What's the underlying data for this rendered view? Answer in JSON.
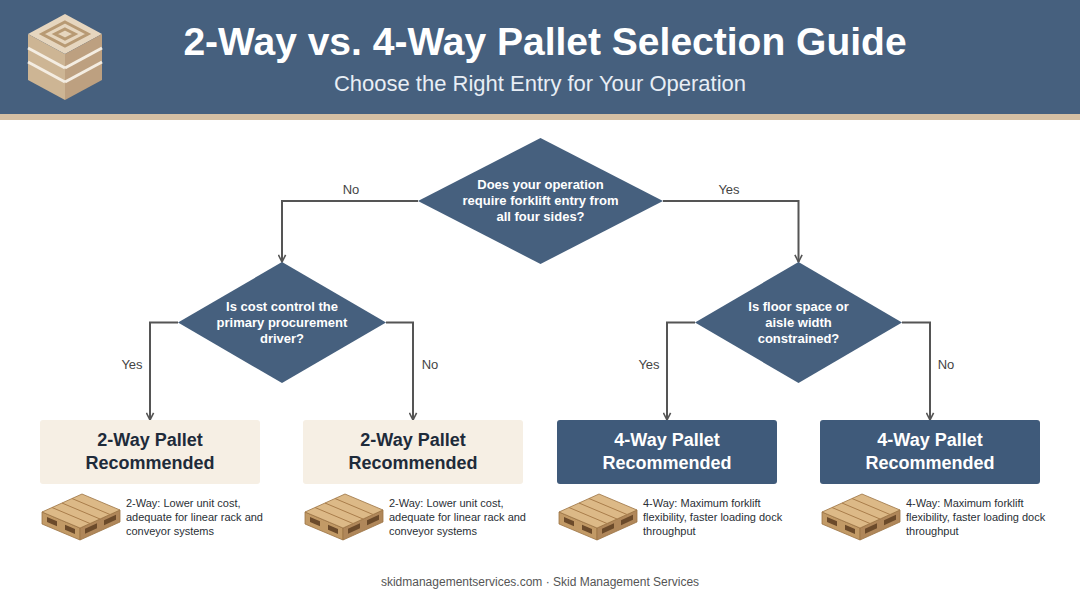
{
  "diagram": {
    "title": "2-Way vs. 4-Way Pallet Selection Guide",
    "nodes": [
      {
        "text": [
          "Does your operation require forklift entry from all four sides?"
        ]
      },
      {
        "text": [
          "Is cost control the primary procurement driver?"
        ]
      },
      {
        "text": [
          "Is floor space or aisle width constrained?"
        ]
      },
      {
        "text": [
          "2-Way Pallet Recommended",
          "2-Way: Lower unit cost, adequate for linear rack and conveyor systems"
        ]
      },
      {
        "text": [
          "2-Way Pallet Recommended",
          "2-Way: Lower unit cost, adequate for linear rack and conveyor systems"
        ]
      },
      {
        "text": [
          "4-Way Pallet Recommended",
          "4-Way: Maximum forklift flexibility, faster loading dock throughput"
        ]
      },
      {
        "text": [
          "4-Way Pallet Recommended",
          "4-Way: Maximum forklift flexibility, faster loading dock throughput"
        ]
      }
    ],
    "edges": [
      {
        "from": 0,
        "to": 1,
        "label": "No",
        "arrow": "to"
      },
      {
        "from": 0,
        "to": 2,
        "label": "Yes",
        "arrow": "to"
      },
      {
        "from": 1,
        "to": 3,
        "label": "Yes",
        "arrow": "to"
      },
      {
        "from": 1,
        "to": 4,
        "label": "No",
        "arrow": "to"
      },
      {
        "from": 2,
        "to": 5,
        "label": "Yes",
        "arrow": "to"
      },
      {
        "from": 2,
        "to": 6,
        "label": "No",
        "arrow": "to"
      }
    ],
    "labels": [
      "Choose the Right Entry for Your Operation",
      "skidmanagementservices.com · Skid Management Services"
    ]
  }
}
